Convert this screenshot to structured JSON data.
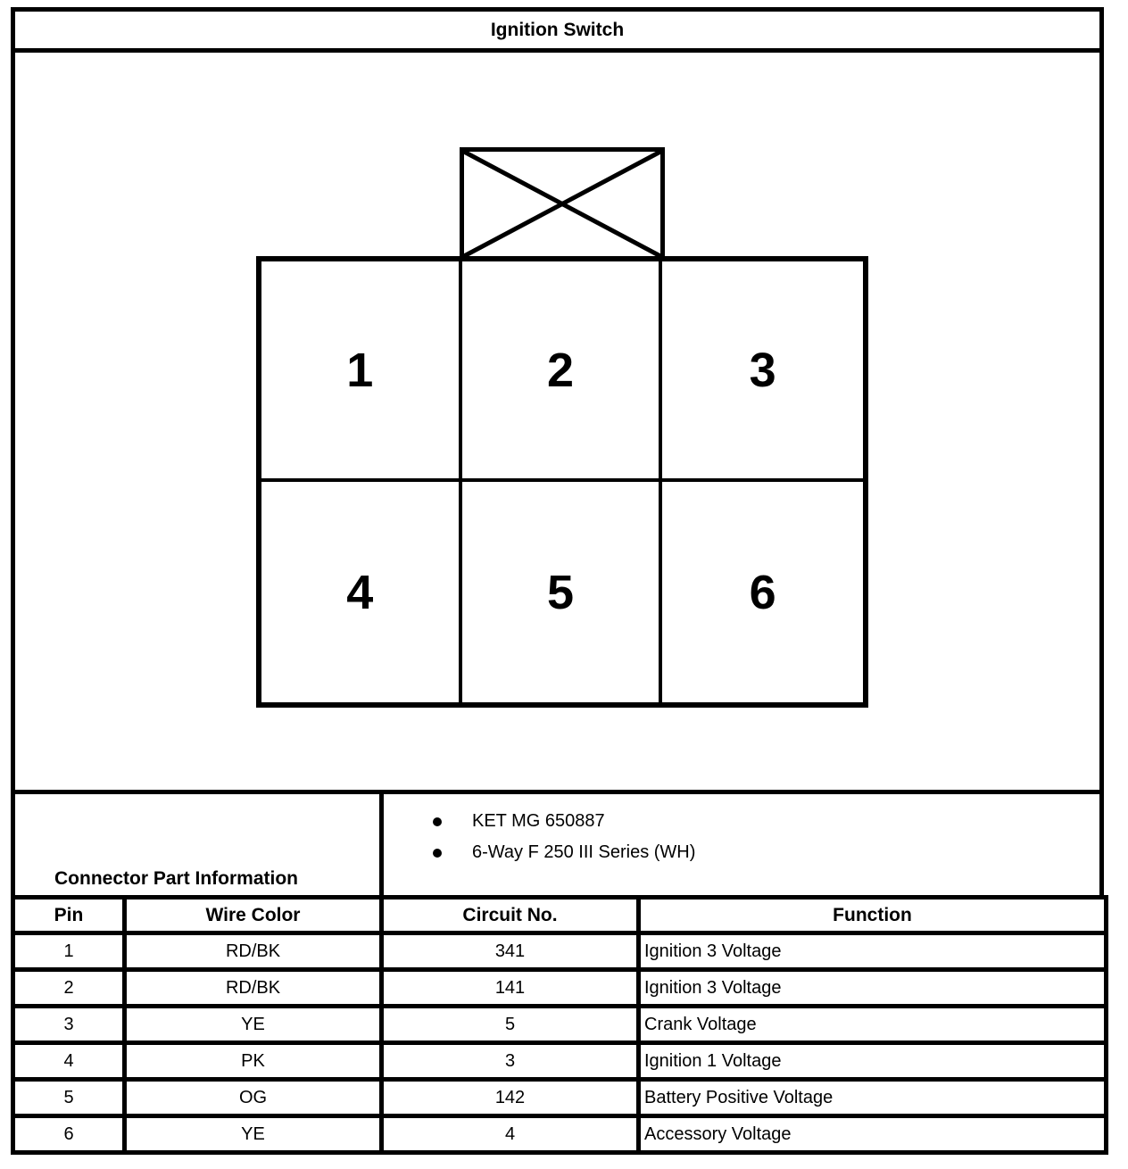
{
  "page": {
    "title": "Ignition Switch"
  },
  "connector_diagram": {
    "pin_labels": [
      "1",
      "2",
      "3",
      "4",
      "5",
      "6"
    ]
  },
  "connector_part_information": {
    "label": "Connector Part Information",
    "items": [
      "KET MG 650887",
      "6-Way F 250 III Series (WH)"
    ]
  },
  "pin_table": {
    "headers": [
      "Pin",
      "Wire Color",
      "Circuit No.",
      "Function"
    ],
    "rows": [
      {
        "pin": "1",
        "wire_color": "RD/BK",
        "circuit_no": "341",
        "function": "Ignition 3 Voltage"
      },
      {
        "pin": "2",
        "wire_color": "RD/BK",
        "circuit_no": "141",
        "function": "Ignition 3 Voltage"
      },
      {
        "pin": "3",
        "wire_color": "YE",
        "circuit_no": "5",
        "function": "Crank Voltage"
      },
      {
        "pin": "4",
        "wire_color": "PK",
        "circuit_no": "3",
        "function": "Ignition 1 Voltage"
      },
      {
        "pin": "5",
        "wire_color": "OG",
        "circuit_no": "142",
        "function": "Battery Positive Voltage"
      },
      {
        "pin": "6",
        "wire_color": "YE",
        "circuit_no": "4",
        "function": "Accessory Voltage"
      }
    ]
  },
  "colors": {
    "ink": "#000000",
    "paper": "#ffffff"
  }
}
